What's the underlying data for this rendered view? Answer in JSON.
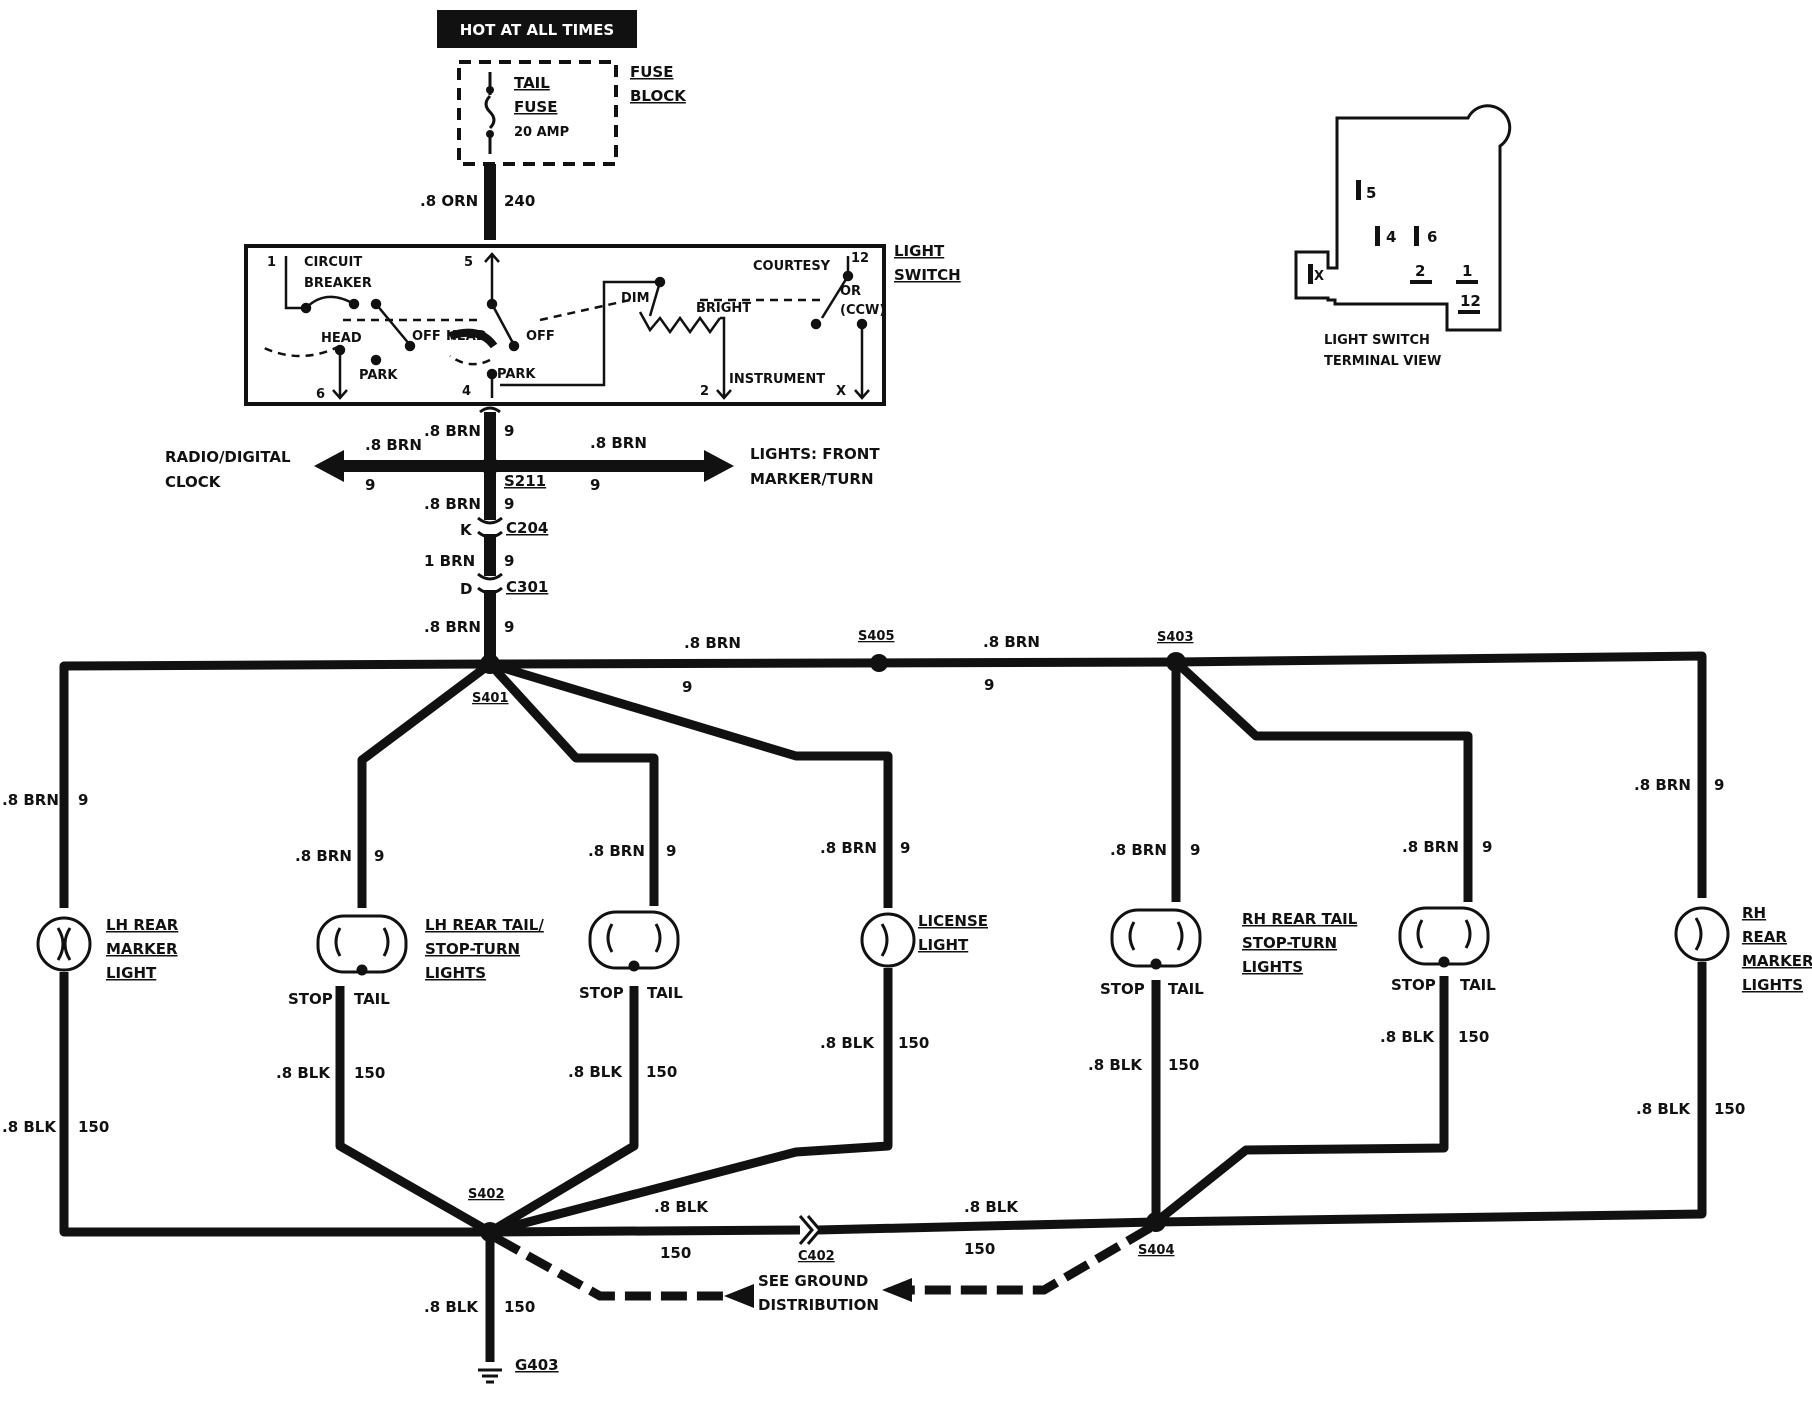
{
  "header": {
    "hot_label": "HOT AT ALL TIMES"
  },
  "fuse": {
    "line1": "TAIL",
    "line2": "FUSE",
    "rating": "20 AMP",
    "block_line1": "FUSE",
    "block_line2": "BLOCK"
  },
  "feed_wire": {
    "gauge": ".8 ORN",
    "circuit": "240"
  },
  "light_switch": {
    "title1": "LIGHT",
    "title2": "SWITCH",
    "circuit_breaker1": "CIRCUIT",
    "circuit_breaker2": "BREAKER",
    "head": "HEAD",
    "off": "OFF",
    "park": "PARK",
    "dim": "DIM",
    "bright": "BRIGHT",
    "courtesy": "COURTESY",
    "or": "OR",
    "ccw": "(CCW)",
    "instrument": "INSTRUMENT",
    "term_1": "1",
    "term_5": "5",
    "term_12": "12",
    "term_6": "6",
    "term_4": "4",
    "term_2": "2",
    "term_x": "X"
  },
  "terminal_view": {
    "label1": "LIGHT SWITCH",
    "label2": "TERMINAL VIEW",
    "pins": {
      "p5": "5",
      "p4": "4",
      "p6": "6",
      "p2": "2",
      "p1": "1",
      "p12": "12",
      "px": "X"
    }
  },
  "wires": {
    "brn": ".8 BRN",
    "brn1": "1 BRN",
    "blk": ".8 BLK",
    "c9": "9",
    "c150": "150"
  },
  "splices": {
    "s211": "S211",
    "s401": "S401",
    "s402": "S402",
    "s403": "S403",
    "s404": "S404",
    "s405": "S405"
  },
  "connectors": {
    "c204": "C204",
    "c204_pin": "K",
    "c301": "C301",
    "c301_pin": "D",
    "c402": "C402",
    "g403": "G403"
  },
  "destinations": {
    "radio1": "RADIO/DIGITAL",
    "radio2": "CLOCK",
    "front1": "LIGHTS: FRONT",
    "front2": "MARKER/TURN"
  },
  "lamps": {
    "lh_marker": [
      "LH REAR",
      "MARKER",
      "LIGHT"
    ],
    "lh_tail": [
      "LH REAR TAIL/",
      "STOP-TURN",
      "LIGHTS"
    ],
    "license": [
      "LICENSE",
      "LIGHT"
    ],
    "rh_tail": [
      "RH REAR TAIL",
      "STOP-TURN",
      "LIGHTS"
    ],
    "rh_marker": [
      "RH",
      "REAR",
      "MARKER",
      "LIGHTS"
    ],
    "stop": "STOP",
    "tail": "TAIL"
  },
  "ground": {
    "line1": "SEE GROUND",
    "line2": "DISTRIBUTION"
  }
}
